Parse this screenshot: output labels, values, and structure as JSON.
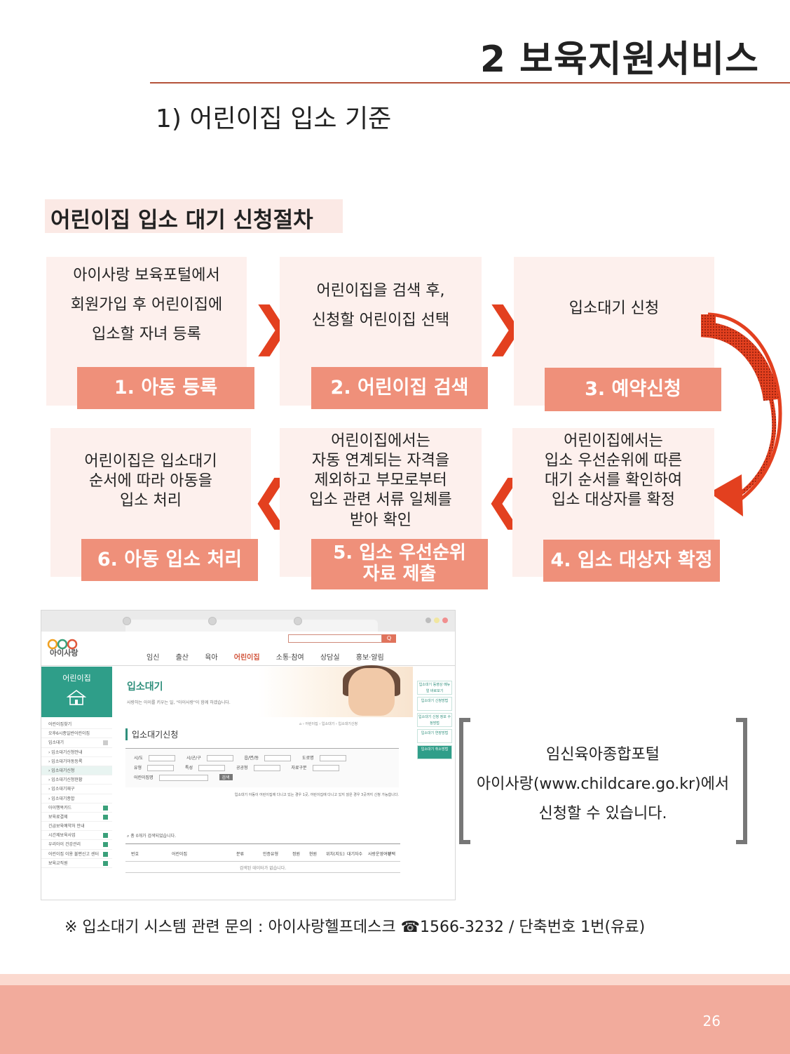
{
  "header": {
    "chapter_title": "2  보육지원서비스",
    "section_title": "1) 어린이집 입소 기준"
  },
  "procedure": {
    "heading": "어린이집 입소 대기 신청절차",
    "steps": [
      {
        "lines": [
          "아이사랑 보육포털에서",
          "회원가입 후 어린이집에",
          "입소할 자녀 등록"
        ],
        "label": "1. 아동 등록"
      },
      {
        "lines": [
          "어린이집을 검색 후,",
          "신청할 어린이집 선택"
        ],
        "label": "2. 어린이집 검색"
      },
      {
        "lines": [
          "입소대기 신청"
        ],
        "label": "3. 예약신청"
      },
      {
        "lines": [
          "어린이집에서는",
          "입소 우선순위에 따른",
          "대기 순서를  확인하여",
          "입소 대상자를 확정"
        ],
        "label": "4. 입소 대상자 확정"
      },
      {
        "lines": [
          "어린이집에서는",
          "자동 연계되는 자격을",
          "제외하고 부모로부터",
          "입소 관련 서류 일체를",
          "받아 확인"
        ],
        "label_lines": [
          "5. 입소 우선순위",
          "자료 제출"
        ]
      },
      {
        "lines": [
          "어린이집은 입소대기",
          "순서에 따라 아동을",
          "입소 처리"
        ],
        "label": "6. 아동  입소 처리"
      }
    ],
    "arrow_icon": "chevron-icon",
    "accent_color": "#ef907a",
    "arrow_color": "#e3401f"
  },
  "screenshot": {
    "logo_text": "아이사랑",
    "search_button": "Q",
    "nav": [
      "임신",
      "출산",
      "육아",
      "어린이집",
      "소통·참여",
      "상담실",
      "홍보·알림"
    ],
    "nav_active": "어린이집",
    "sidebar_title": "어린이집",
    "sidebar_items": [
      "어린이집찾기",
      "오후6시종일반어린이집",
      "입소대기",
      "› 입소대기신청안내",
      "› 입소대기아동등록",
      "› 입소대기신청",
      "› 입소대기신청현황",
      "› 입소대기재구",
      "› 입소대기종합",
      "아이행복카드",
      "보육료결제",
      "긴급보육예약처 안내",
      "시간제보육사업",
      "우리아이 건강관리",
      "어린이집 이용 불편신고 센터",
      "보육교직원"
    ],
    "sidebar_selected": "› 입소대기신청",
    "page_heading": "입소대기",
    "page_subtitle": "사랑하는 아이를 키우는 일, \"아이사랑\"이 함께 하겠습니다.",
    "right_panel": [
      "입소대기 동영상 메뉴얼 바로보기",
      "입소대기 신청방법",
      "입소대기 신청 정보 수정방법",
      "입소대기 연장방법",
      "입소대기 취소방법"
    ],
    "breadcrumb": "⌂ › 어린이집 › 입소대기 › 입소대기신청",
    "form_heading": "입소대기신청",
    "form_rows": [
      [
        "시/도",
        "시/군/구",
        "읍/면/동",
        "도로명"
      ],
      [
        "유형",
        "특성",
        "공공형",
        "자료구분"
      ],
      [
        "어린이집명"
      ]
    ],
    "form_search_button": "검색",
    "notice": "입소대기 아동이 어린이집에 다니고 있는 경우 1곳, 어린이집에 다니고 있지 않은 경우 3곳까지 신청 가능합니다.",
    "result_count": "총 0개가 검색되었습니다.",
    "table_headers": [
      "번호",
      "어린이집",
      "분류",
      "인증유형",
      "정원",
      "현원",
      "위치(지도)",
      "대기자수",
      "사랑운영여부",
      "선택"
    ],
    "table_empty": "검색된 데이터가 없습니다."
  },
  "callout": {
    "lines": [
      "임신육아종합포털",
      "아이사랑(www.childcare.go.kr)에서",
      "신청할 수 있습니다."
    ]
  },
  "footnote": "※ 입소대기 시스템 관련 문의  : 아이사랑헬프데스크 ☎1566-3232 / 단축번호 1번(유료)",
  "page_number": "26",
  "colors": {
    "band_light": "#fbd9cf",
    "band_dark": "#f2ab9c",
    "rule": "#b5533a"
  }
}
